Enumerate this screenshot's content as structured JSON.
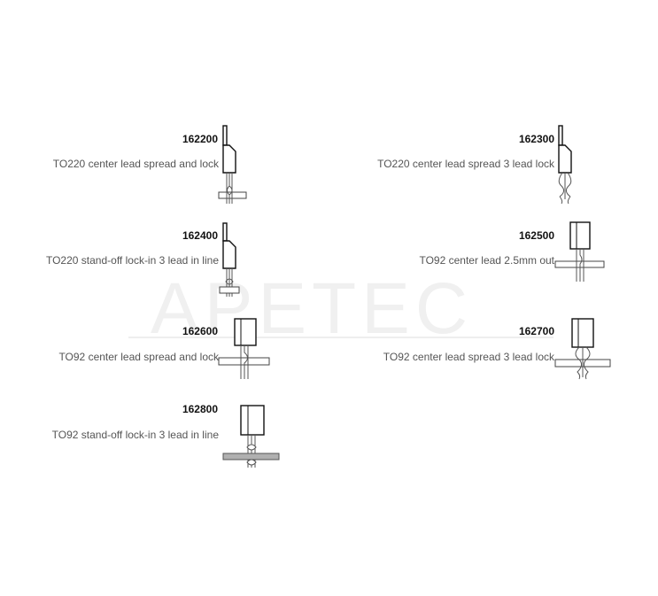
{
  "watermark": "APETEC",
  "items": [
    {
      "code": "162200",
      "description": "TO220 center lead spread and lock"
    },
    {
      "code": "162300",
      "description": "TO220 center lead spread 3 lead lock"
    },
    {
      "code": "162400",
      "description": "TO220 stand-off lock-in 3 lead in line"
    },
    {
      "code": "162500",
      "description": "TO92 center lead 2.5mm out"
    },
    {
      "code": "162600",
      "description": "TO92 center lead spread and lock"
    },
    {
      "code": "162700",
      "description": "TO92 center lead spread 3 lead lock"
    },
    {
      "code": "162800",
      "description": "TO92 stand-off lock-in 3 lead in line"
    }
  ],
  "colors": {
    "board": "#ffffff",
    "board_shaded": "#b0b0b0",
    "outline": "#111111",
    "lead": "#555555"
  }
}
